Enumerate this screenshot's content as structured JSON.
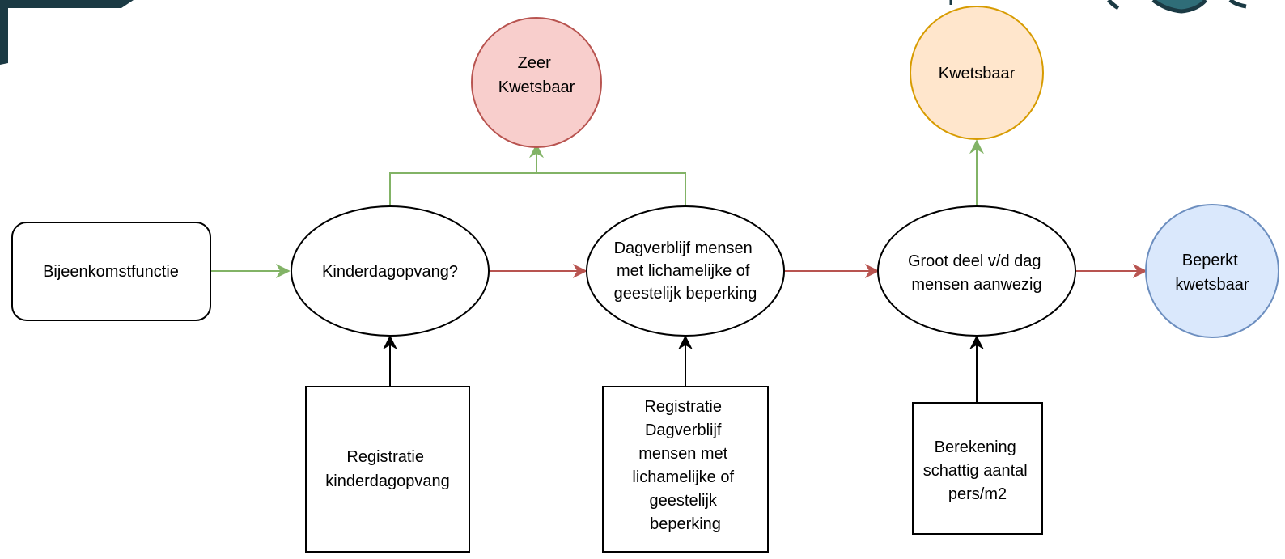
{
  "colors": {
    "green": "#82b366",
    "red": "#b85450",
    "black": "#000000",
    "zeer_fill": "#f8cecc",
    "kwetsbaar_fill": "#ffe6cc",
    "kwetsbaar_stroke": "#d79b00",
    "beperkt_fill": "#dae8fc",
    "beperkt_stroke": "#6c8ebf",
    "corner_dark": "#1b3a44"
  },
  "nodes": {
    "start": "Bijeenkomstfunctie",
    "q1": "Kinderdagopvang?",
    "q2": [
      "Dagverblijf mensen",
      "met lichamelijke of",
      "geestelijk beperking"
    ],
    "q3": [
      "Groot deel v/d dag",
      "mensen aanwezig"
    ],
    "zeer": [
      "Zeer",
      "Kwetsbaar"
    ],
    "kwetsbaar": "Kwetsbaar",
    "beperkt": [
      "Beperkt",
      "kwetsbaar"
    ],
    "src1": [
      "Registratie",
      "kinderdagopvang"
    ],
    "src2": [
      "Registratie",
      "Dagverblijf",
      "mensen met",
      "lichamelijke of",
      "geestelijk",
      "beperking"
    ],
    "src3": [
      "Berekening",
      "schattig aantal",
      "pers/m2"
    ]
  }
}
